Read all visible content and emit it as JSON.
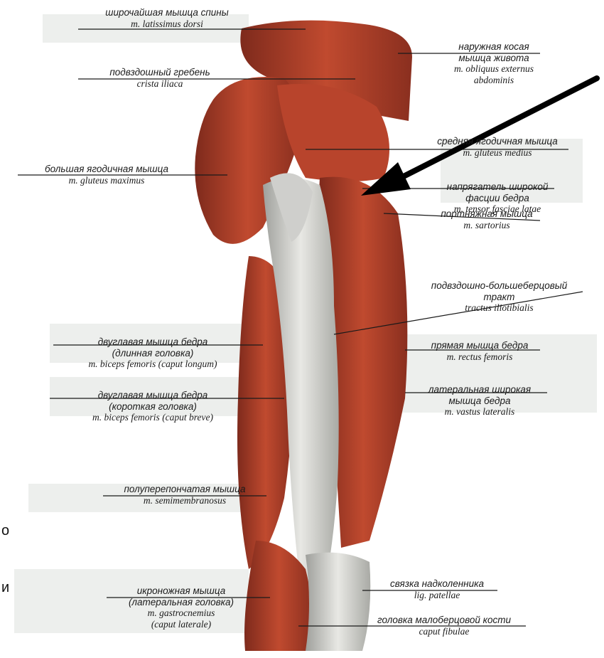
{
  "labels": [
    {
      "ru": "широчайшая мышца спины",
      "la": "m. latissimus dorsi"
    },
    {
      "ru": "наружная косая\nмышца живота",
      "la": "m. obliquus externus\nabdominis"
    },
    {
      "ru": "подвздошный гребень",
      "la": "crista iliaca"
    },
    {
      "ru": "средняя ягодичная мышца",
      "la": "m. gluteus medius"
    },
    {
      "ru": "большая ягодичная мышца",
      "la": "m. gluteus maximus"
    },
    {
      "ru": "напрягатель широкой\nфасции бедра",
      "la": "m. tensor fasciae latae"
    },
    {
      "ru": "портняжная мышца",
      "la": "m. sartorius"
    },
    {
      "ru": "подвздошно-большеберцовый\nтракт",
      "la": "tractus iliotibialis"
    },
    {
      "ru": "двуглавая мышца бедра\n(длинная головка)",
      "la": "m. biceps femoris (caput longum)"
    },
    {
      "ru": "прямая мышца бедра",
      "la": "m. rectus femoris"
    },
    {
      "ru": "двуглавая мышца бедра\n(короткая головка)",
      "la": "m. biceps femoris (caput breve)"
    },
    {
      "ru": "латеральная широкая\nмышца бедра",
      "la": "m. vastus lateralis"
    },
    {
      "ru": "полуперепончатая мышца",
      "la": "m. semimembranosus"
    },
    {
      "ru": "икроножная мышца\n(латеральная головка)",
      "la": "m. gastrocnemius\n(caput laterale)"
    },
    {
      "ru": "связка надколенника",
      "la": "lig. patellae"
    },
    {
      "ru": "головка малоберцовой кости",
      "la": "caput fibulae"
    }
  ],
  "edge_text": [
    "о",
    "и"
  ],
  "colors": {
    "muscle": "#b3402a",
    "muscle_dark": "#7e2a1c",
    "tendon": "#d9d9d6",
    "arrow": "#000000"
  }
}
